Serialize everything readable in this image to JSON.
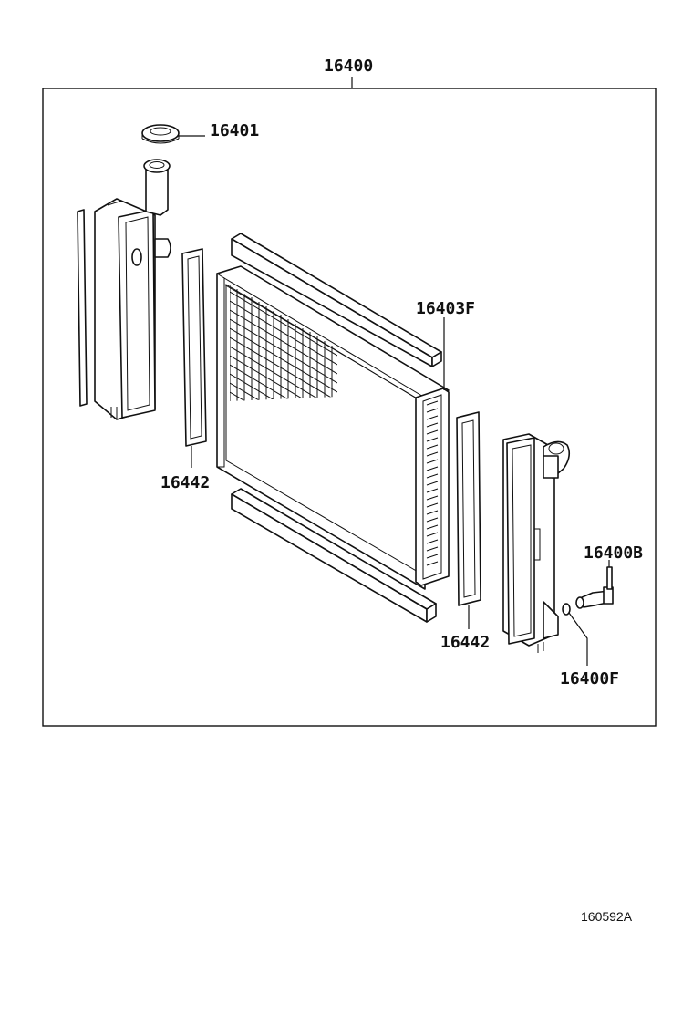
{
  "labels": {
    "assembly": "16400",
    "cap": "16401",
    "core": "16403F",
    "packing_left": "16442",
    "packing_right": "16442",
    "drain_cock": "16400B",
    "drain_oring": "16400F"
  },
  "reference_code": "160592A",
  "colors": {
    "line": "#111111",
    "background": "#ffffff"
  }
}
